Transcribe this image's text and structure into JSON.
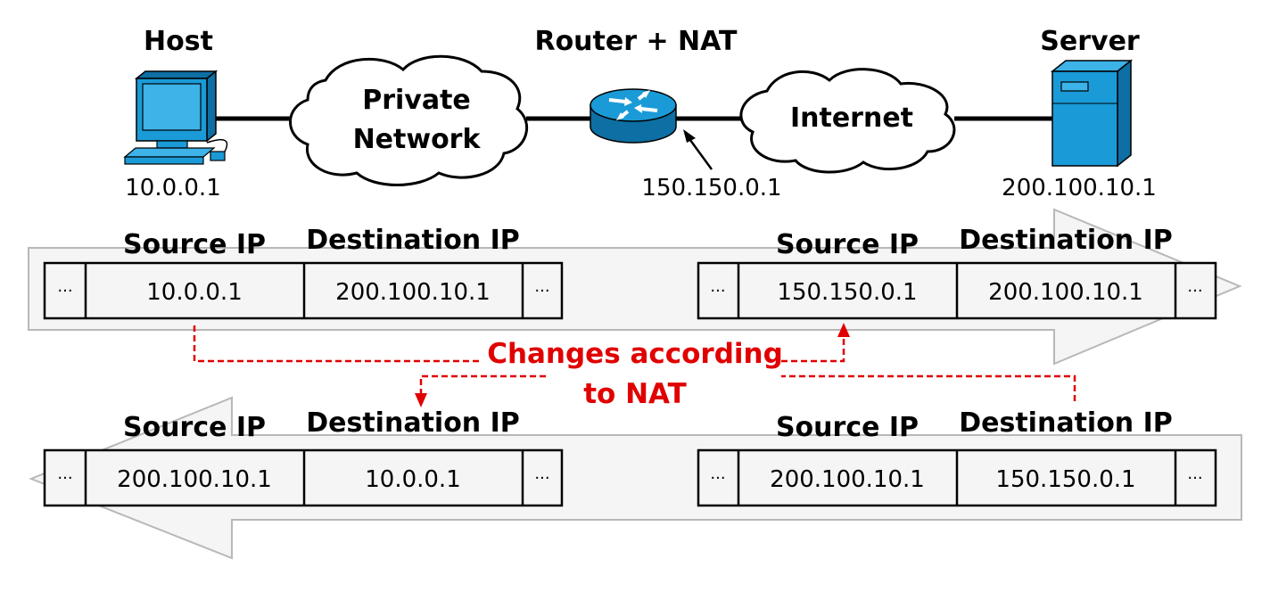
{
  "nodes": {
    "host": {
      "title": "Host",
      "ip": "10.0.0.1",
      "icon": "computer-icon"
    },
    "private_network": {
      "line1": "Private",
      "line2": "Network",
      "icon": "cloud-icon"
    },
    "router": {
      "title": "Router + NAT",
      "ip": "150.150.0.1",
      "icon": "router-icon"
    },
    "internet": {
      "label": "Internet",
      "icon": "cloud-icon"
    },
    "server": {
      "title": "Server",
      "ip": "200.100.10.1",
      "icon": "server-icon"
    }
  },
  "packets": {
    "header_source": "Source IP",
    "header_destination": "Destination IP",
    "ellipsis": "···",
    "outbound_before": {
      "source": "10.0.0.1",
      "destination": "200.100.10.1"
    },
    "outbound_after": {
      "source": "150.150.0.1",
      "destination": "200.100.10.1"
    },
    "inbound_after": {
      "source": "200.100.10.1",
      "destination": "10.0.0.1"
    },
    "inbound_before": {
      "source": "200.100.10.1",
      "destination": "150.150.0.1"
    }
  },
  "annotation": {
    "line1": "Changes according",
    "line2": "to NAT"
  },
  "colors": {
    "device_blue": "#1a9bd7",
    "device_dark": "#0d6fa3",
    "annotation_red": "#e00000",
    "arrow_fill": "#f5f5f5",
    "arrow_stroke": "#b8b8b8"
  }
}
